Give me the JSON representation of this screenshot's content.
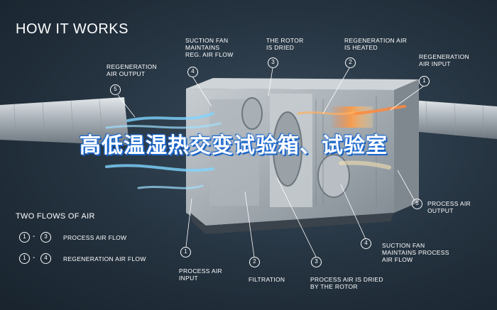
{
  "title": "HOW IT WORKS",
  "callouts": [
    {
      "num": "5",
      "text": "REGENERATION\nAIR OUTPUT"
    },
    {
      "num": "4",
      "text": "SUCTION FAN\nMAINTAINS\nREG. AIR FLOW"
    },
    {
      "num": "3",
      "text": "THE ROTOR\nIS DRIED"
    },
    {
      "num": "2",
      "text": "REGENERATION AIR\nIS HEATED"
    },
    {
      "num": "1",
      "text": "REGENERATION\nAIR INPUT"
    },
    {
      "num": "5",
      "text": "PROCESS AIR\nOUTPUT"
    },
    {
      "num": "4",
      "text": "SUCTION FAN\nMAINTAINS PROCESS\nAIR FLOW"
    },
    {
      "num": "1",
      "text": "PROCESS AIR\nINPUT"
    },
    {
      "num": "2",
      "text": "FILTRATION"
    },
    {
      "num": "3",
      "text": "PROCESS AIR IS DRIED\nBY THE ROTOR"
    }
  ],
  "legend": {
    "title": "TWO FLOWS OF AIR",
    "items": [
      {
        "from": "1",
        "to": "3",
        "text": "PROCESS AIR FLOW"
      },
      {
        "from": "1",
        "to": "4",
        "text": "REGENERATION AIR FLOW"
      }
    ]
  },
  "watermark": "高低温湿热交变试验箱、试验室",
  "colors": {
    "background": "#24323f",
    "duct": "#b9c0c6",
    "regeneration_flow": "#ff8a3d",
    "process_flow": "#7fd4ff",
    "watermark_outline": "#1e6fd8"
  }
}
